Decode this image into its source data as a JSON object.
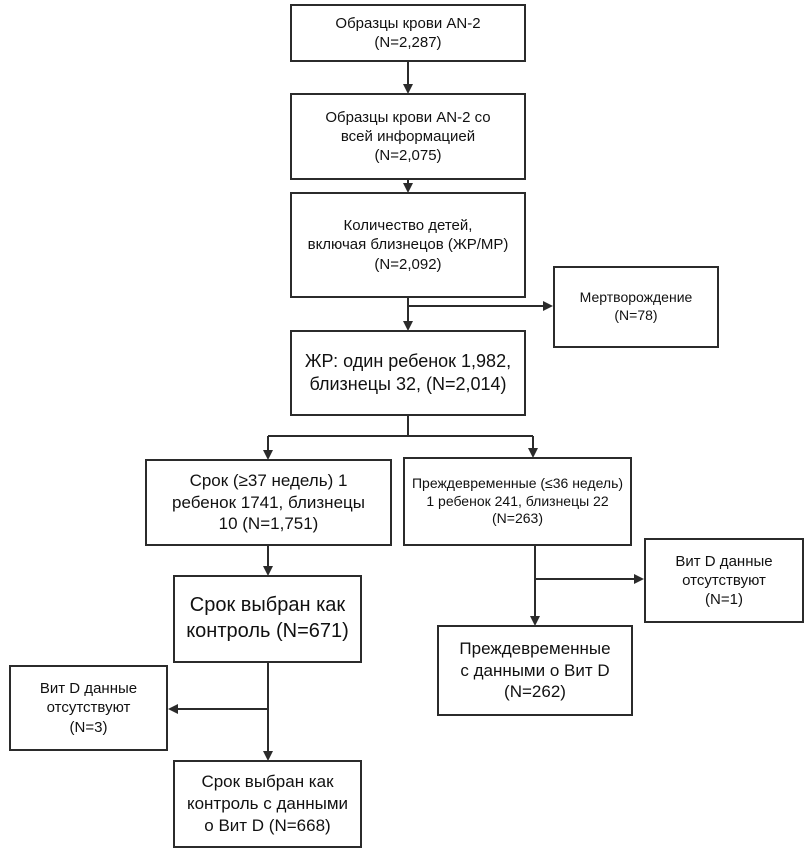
{
  "boxes": {
    "b1": "Образцы крови AN-2\n(N=2,287)",
    "b2": "Образцы крови AN-2 со\nвсей информацией\n(N=2,075)",
    "b3": "Количество детей,\nвключая близнецов (ЖР/МР)\n(N=2,092)",
    "b_stillbirth": "Мертворождение\n(N=78)",
    "b4": "ЖР: один ребенок 1,982,\nблизнецы 32, (N=2,014)",
    "b_term": "Срок (≥37 недель) 1\nребенок 1741, близнецы\n10 (N=1,751)",
    "b_preterm": "Преждевременные (≤36 недель)\n1 ребенок 241, близнецы 22\n(N=263)",
    "b_vitd_missing_right": "Вит D данные\nотсутствуют\n(N=1)",
    "b_term_control": "Срок выбран как\nконтроль (N=671)",
    "b_preterm_vitd": "Преждевременные\nс данными о Вит D\n(N=262)",
    "b_vitd_missing_left": "Вит D данные\nотсутствуют\n(N=3)",
    "b_term_control_vitd": "Срок выбран как\nконтроль с данными\nо Вит D (N=668)"
  }
}
